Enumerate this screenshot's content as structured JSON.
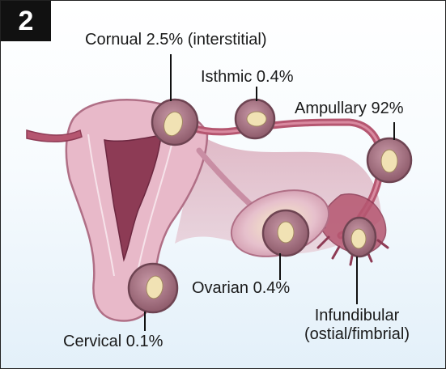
{
  "figure": {
    "panel_number": "2"
  },
  "labels": {
    "cornual": "Cornual 2.5% (interstitial)",
    "isthmic": "Isthmic 0.4%",
    "ampullary": "Ampullary 92%",
    "ovarian": "Ovarian 0.4%",
    "infundibular_line1": "Infundibular",
    "infundibular_line2": "(ostial/fimbrial)",
    "cervical": "Cervical 0.1%"
  },
  "colors": {
    "uterus": "#e8b9c9",
    "uterus_outline": "#b06f86",
    "cavity": "#8d3b55",
    "tube": "#b55670",
    "sac_ring": "#6e4452",
    "embryo": "#f1e2b4",
    "ovary": "#e6c0cc"
  }
}
